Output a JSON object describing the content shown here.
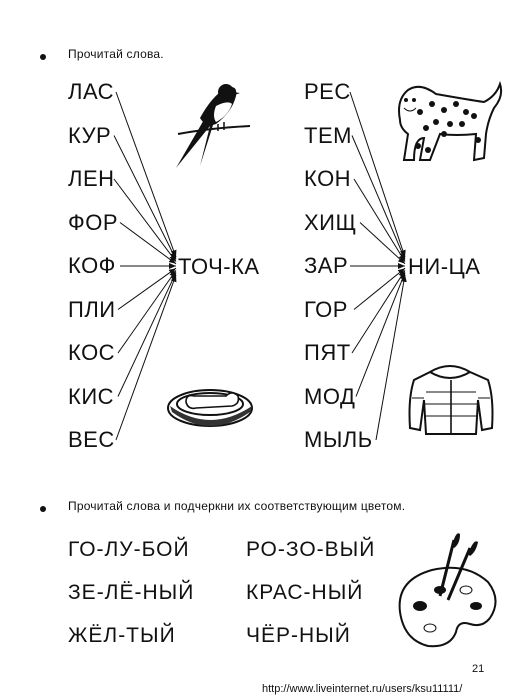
{
  "section1": {
    "instruction": "Прочитай слова.",
    "left_words": [
      "ЛАС",
      "КУР",
      "ЛЕН",
      "ФОР",
      "КОФ",
      "ПЛИ",
      "КОС",
      "КИС",
      "ВЕС"
    ],
    "left_target": "ТОЧ-КА",
    "right_words": [
      "РЕС",
      "ТЕМ",
      "КОН",
      "ХИЩ",
      "ЗАР",
      "ГОР",
      "ПЯТ",
      "МОД",
      "МЫЛЬ"
    ],
    "right_target": "НИ-ЦА"
  },
  "section2": {
    "instruction": "Прочитай слова и подчеркни их соответствующим цветом.",
    "words_col1": [
      "ГО-ЛУ-БОЙ",
      "ЗЕ-ЛЁ-НЫЙ",
      "ЖЁЛ-ТЫЙ"
    ],
    "words_col2": [
      "РО-ЗО-ВЫЙ",
      "КРАС-НЫЙ",
      "ЧЁР-НЫЙ"
    ]
  },
  "page_number": "21",
  "footer_url": "http://www.liveinternet.ru/users/ksu11111/",
  "icons": [
    "swallow-bird-icon",
    "leopard-icon",
    "soap-dish-icon",
    "winter-jacket-icon",
    "paint-palette-icon"
  ]
}
